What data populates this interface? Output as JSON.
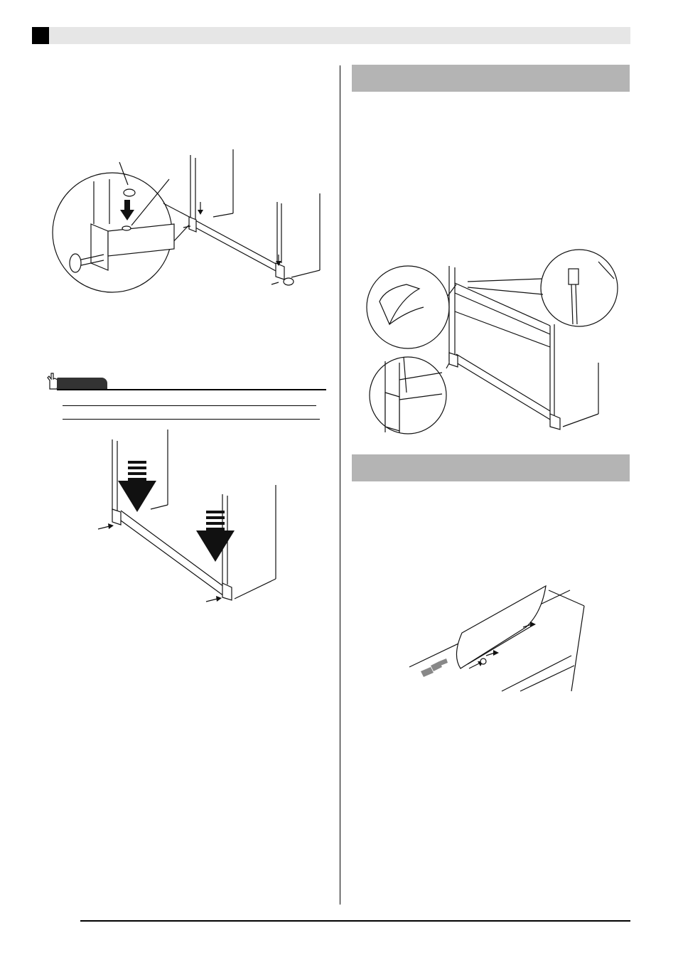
{
  "header": {
    "title": ""
  },
  "notice": {
    "label": ""
  },
  "sections": [
    {
      "title": ""
    },
    {
      "title": ""
    }
  ],
  "colors": {
    "header_bar": "#e6e6e6",
    "section_bar": "#b4b4b4",
    "notice_tab": "#333333",
    "ink": "#111111"
  },
  "figures": [
    {
      "name": "screw-cap-insertion-figure",
      "icon": "screw-cap-diagram"
    },
    {
      "name": "legs-press-down-figure",
      "icon": "press-down-arrows-diagram"
    },
    {
      "name": "cable-clamp-connection-figure",
      "icon": "cable-connection-diagram"
    },
    {
      "name": "music-stand-installation-figure",
      "icon": "music-stand-diagram"
    }
  ]
}
